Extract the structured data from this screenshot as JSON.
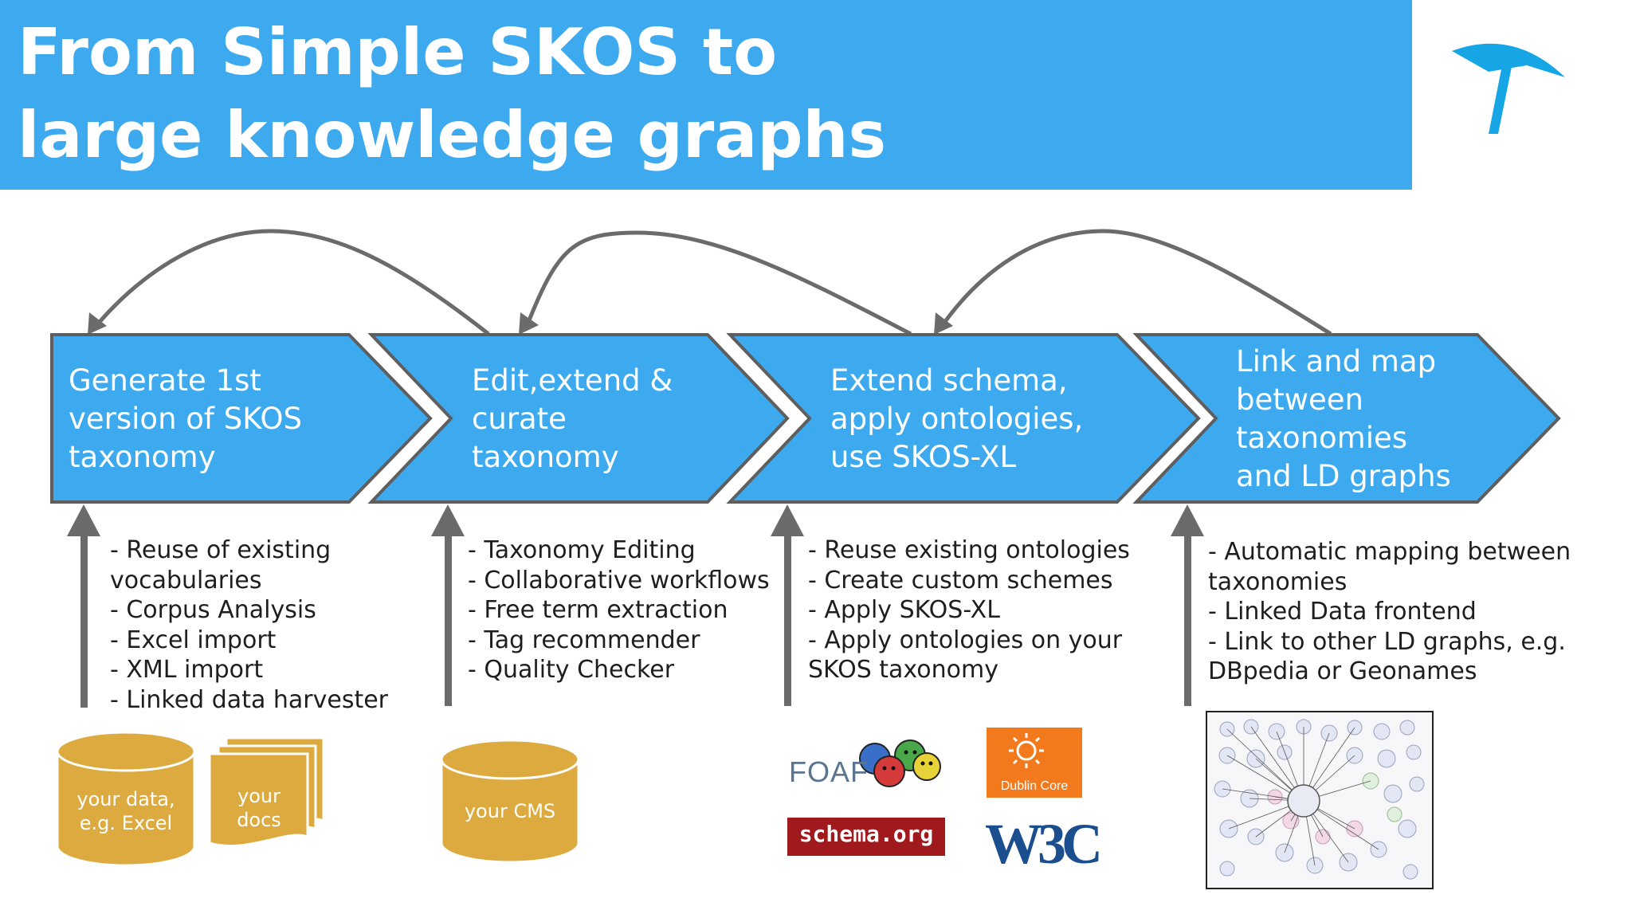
{
  "title": {
    "line1": "From Simple SKOS to",
    "line2": "large knowledge graphs"
  },
  "steps": [
    {
      "lines": [
        "Generate 1st",
        "version of SKOS",
        "taxonomy"
      ]
    },
    {
      "lines": [
        "Edit,extend &",
        "curate",
        "taxonomy"
      ]
    },
    {
      "lines": [
        "Extend schema,",
        "apply ontologies,",
        "use SKOS-XL"
      ]
    },
    {
      "lines": [
        "Link and map",
        "between",
        "taxonomies",
        "and LD graphs"
      ]
    }
  ],
  "bullets": [
    [
      "- Reuse of existing",
      "vocabularies",
      "- Corpus Analysis",
      "- Excel import",
      "- XML import",
      "- Linked data harvester"
    ],
    [
      "- Taxonomy Editing",
      "- Collaborative workflows",
      "- Free term extraction",
      "- Tag recommender",
      "- Quality Checker"
    ],
    [
      "- Reuse existing ontologies",
      "- Create custom schemes",
      "- Apply SKOS-XL",
      "- Apply ontologies on your",
      "SKOS taxonomy"
    ],
    [
      "- Automatic mapping between",
      "taxonomies",
      "- Linked Data frontend",
      "- Link to other LD graphs, e.g.",
      "DBpedia or Geonames"
    ]
  ],
  "sources": {
    "data_line1": "your data,",
    "data_line2": "e.g. Excel",
    "docs_line1": "your",
    "docs_line2": "docs",
    "cms": "your CMS"
  },
  "logos": {
    "foaf": "FOAF",
    "schema": "schema.org",
    "dublin_core": "Dublin Core",
    "w3c": "W3C"
  },
  "colors": {
    "brand_blue": "#3daaef",
    "chevron_fill": "#3daaef",
    "chevron_stroke": "#5e5e5e",
    "arrow_gray": "#6b6b6b",
    "cylinder_gold": "#dcaa3e"
  },
  "icons": [
    "umbrella-logo-icon",
    "cylinder-database-icon",
    "stacked-documents-icon",
    "linked-data-cloud-icon"
  ]
}
